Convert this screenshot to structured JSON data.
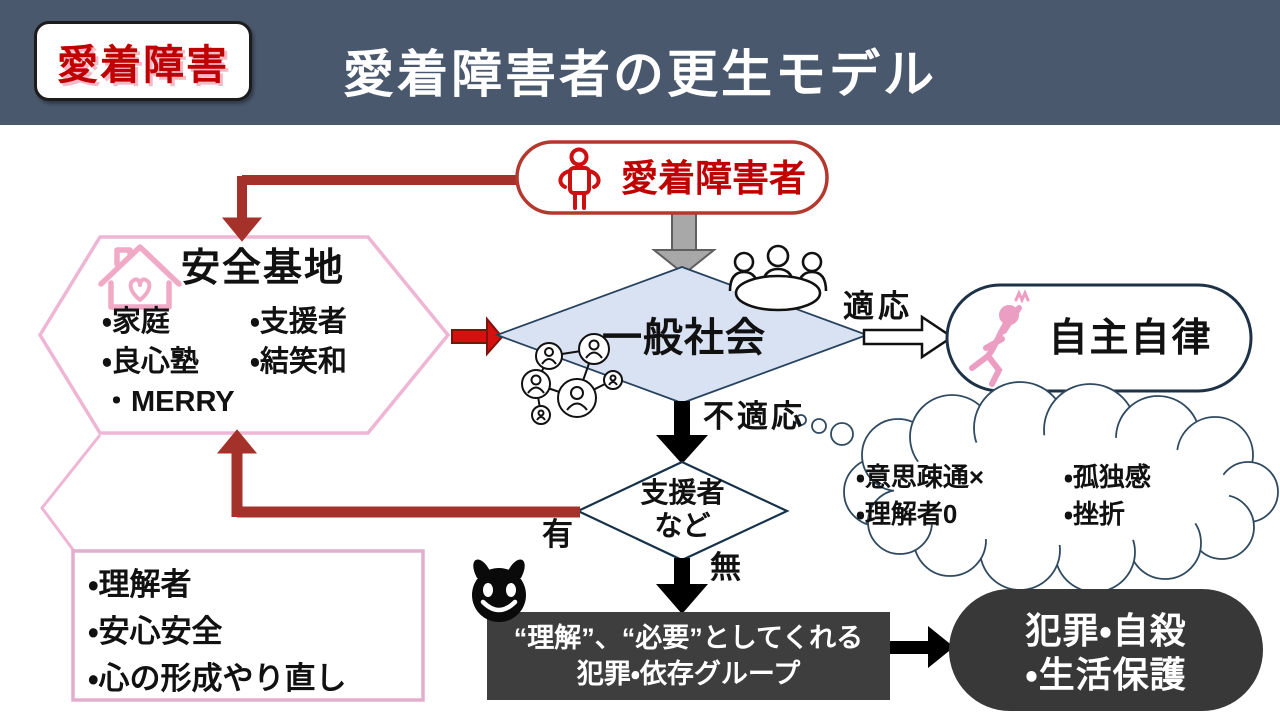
{
  "header": {
    "badge_label": "愛着障害",
    "title": "愛着障害者の更生モデル"
  },
  "nodes": {
    "attachment_person": {
      "label": "愛着障害者",
      "icon": "person-icon"
    },
    "safe_base": {
      "title": "安全基地",
      "icon": "house-heart-icon",
      "items": [
        "・家庭",
        "・支援者",
        "・良心塾",
        "・結笑和",
        "・MERRY"
      ]
    },
    "general_society": {
      "label": "一般社会",
      "icons": [
        "meeting-people-icon",
        "network-people-icon"
      ]
    },
    "autonomy": {
      "label": "自主自律",
      "icon": "dancing-person-icon"
    },
    "supporter_decision": {
      "line1": "支援者",
      "line2": "など"
    },
    "rebuild_box": {
      "items": [
        "・理解者",
        "・安心安全",
        "・心の形成やり直し"
      ]
    },
    "thought_cloud": {
      "items": [
        "・意思疎通×",
        "・孤独感",
        "・理解者0",
        "・挫折"
      ]
    },
    "crime_group_box": {
      "line1": "“理解”、“必要”としてくれる",
      "line2": "犯罪・依存グループ",
      "icon": "devil-icon"
    },
    "outcome_oval": {
      "line1": "犯罪・自殺",
      "line2": "・生活保護"
    }
  },
  "edge_labels": {
    "adapt": "適応",
    "maladapt": "不適応",
    "has": "有",
    "none": "無"
  },
  "colors": {
    "header_bg": "#4a586e",
    "accent_red": "#c00000",
    "arrow_red": "#a5322a",
    "pink_border": "#eeb6d4",
    "pink_icon": "#ec9ec2",
    "diamond_fill": "#d9e2f3",
    "navy_border": "#1d3246",
    "dark_node": "#3e3e3e"
  }
}
